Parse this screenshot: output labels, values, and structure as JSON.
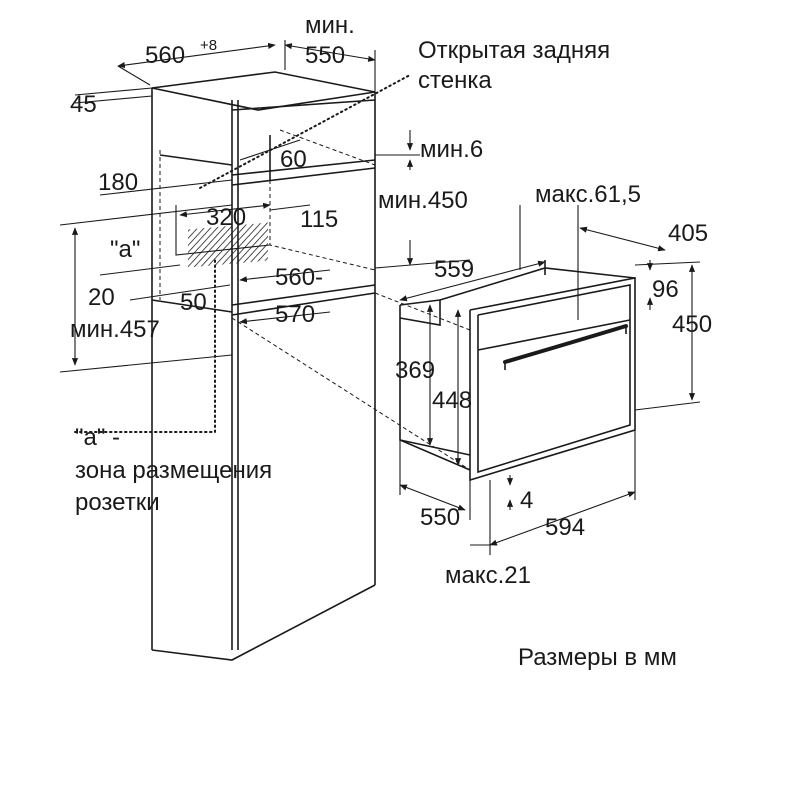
{
  "labels": {
    "w560": "560",
    "w560_sup": "+8",
    "min": "мин.",
    "d550_top": "550",
    "back_wall_1": "Открытая задняя",
    "back_wall_2": "стенка",
    "d45": "45",
    "d60": "60",
    "min6": "мин.6",
    "d180": "180",
    "min450": "мин.450",
    "max615": "макс.61,5",
    "d320": "320",
    "d115": "115",
    "d405": "405",
    "a_mark": "\"a\"",
    "d560_570_a": "560-",
    "d560_570_b": "570",
    "d559": "559",
    "d96": "96",
    "d20": "20",
    "d50": "50",
    "min457": "мин.457",
    "d450": "450",
    "d369": "369",
    "d448": "448",
    "a_note_1": "\"a\" -",
    "a_note_2": "зона размещения",
    "a_note_3": "розетки",
    "d550_bottom": "550",
    "d4": "4",
    "d594": "594",
    "max21": "макс.21",
    "units": "Размеры в мм"
  }
}
